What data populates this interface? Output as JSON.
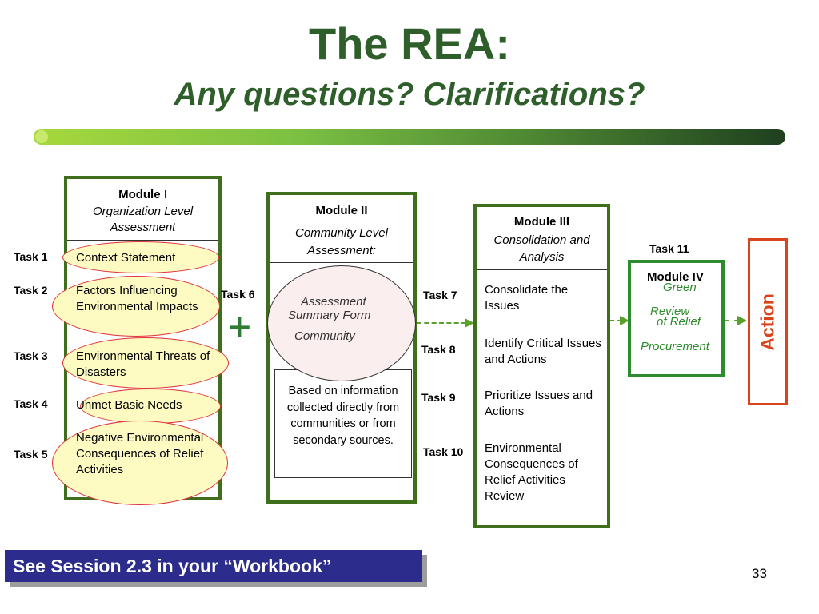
{
  "title": {
    "main": "The REA:",
    "sub": "Any questions?  Clarifications?"
  },
  "module1": {
    "bold": "Module",
    "suffix": " I",
    "line2": "Organization Level",
    "line3": "Assessment",
    "items": [
      {
        "task": "Task 1",
        "text": "Context Statement"
      },
      {
        "task": "Task 2",
        "text": "Factors Influencing Environmental Impacts"
      },
      {
        "task": "Task 3",
        "text": "Environmental Threats of Disasters"
      },
      {
        "task": "Task 4",
        "text": "Unmet Basic Needs"
      },
      {
        "task": "Task 5",
        "text": "Negative Environmental Consequences of Relief Activities"
      }
    ]
  },
  "plus": "+",
  "task6": "Task 6",
  "module2": {
    "bold": "Module II",
    "line2": "Community Level",
    "line3": "Assessment:",
    "ellipse_line1": "Assessment",
    "ellipse_line2": "Summary Form",
    "ellipse_line3": "Community",
    "note": "Based on information collected directly from communities or from secondary sources."
  },
  "module3": {
    "bold": "Module III",
    "line2": "Consolidation and",
    "line3": "Analysis",
    "items": [
      {
        "task": "Task 7",
        "text": "Consolidate the Issues"
      },
      {
        "task": "Task 8",
        "text": "Identify Critical Issues and Actions"
      },
      {
        "task": "Task 9",
        "text": "Prioritize Issues and Actions"
      },
      {
        "task": "Task 10",
        "text": "Environmental Consequences of Relief Activities Review"
      }
    ]
  },
  "task11": "Task 11",
  "module4": {
    "bold": "Module IV",
    "green": "Green",
    "review": "Review",
    "of_relief": "of Relief",
    "procurement": "Procurement"
  },
  "action": "Action",
  "footer": "See  Session 2.3 in your “Workbook”",
  "page_number": "33",
  "colors": {
    "title_green": "#2e5e2a",
    "box_border": "#3f6e1c",
    "module4_border": "#2e8b2e",
    "module4_text": "#2e8b2e",
    "action_border": "#d9441a",
    "footer_bg": "#2b2c8c",
    "ellipse_stroke": "#e0353a",
    "ellipse_fill": "#fdfbc2"
  }
}
